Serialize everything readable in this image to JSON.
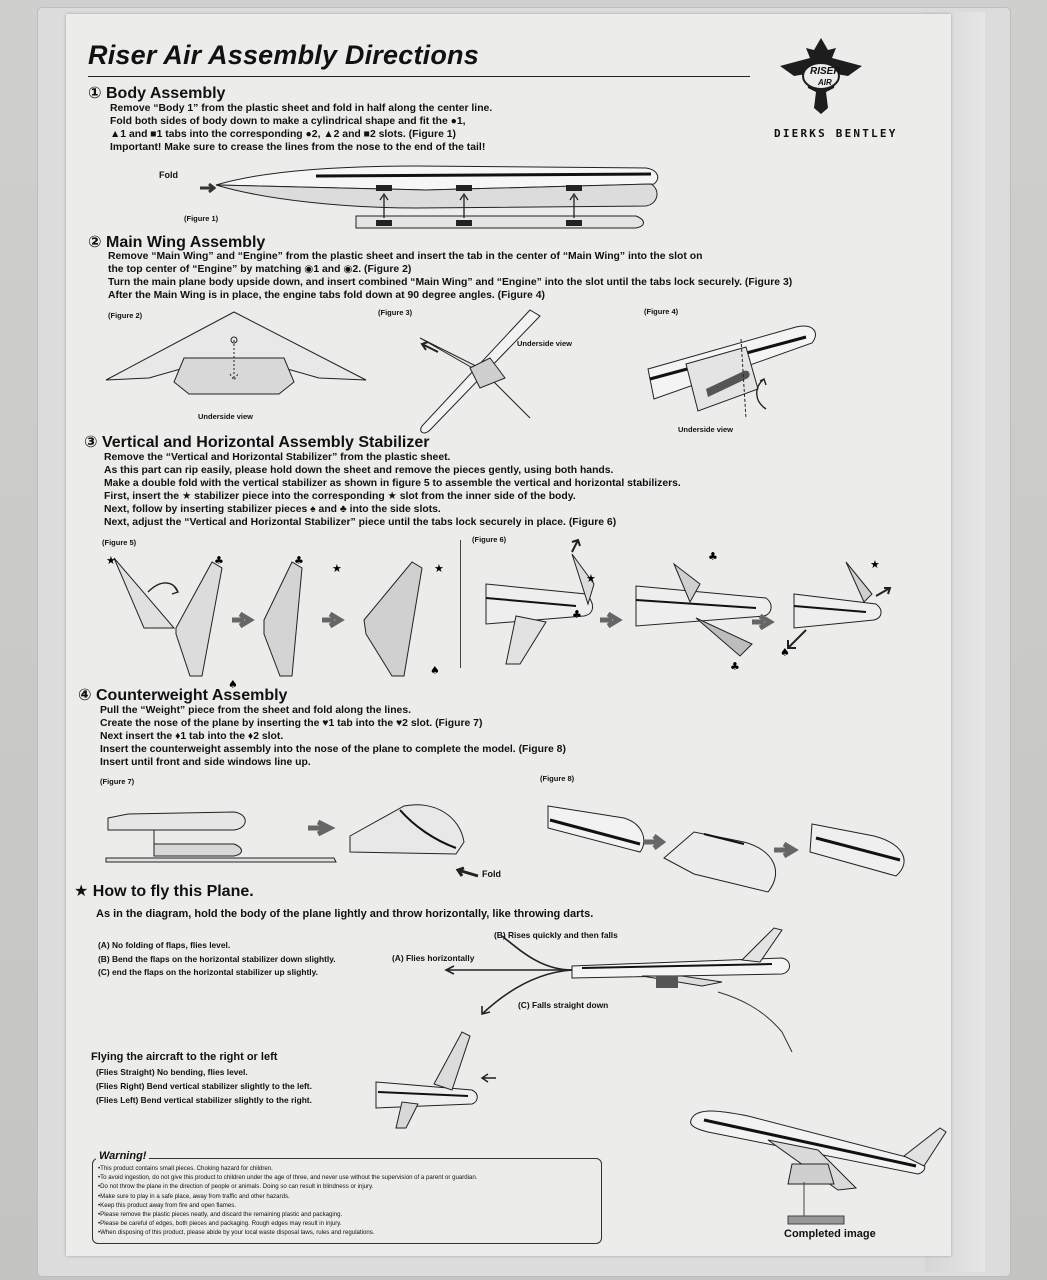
{
  "doc": {
    "title": "Riser Air Assembly Directions",
    "brand": "DIERKS BENTLEY",
    "logo_text": [
      "RISER",
      "AIR"
    ]
  },
  "s1": {
    "heading": "① Body Assembly",
    "lines": [
      "Remove “Body 1” from the plastic sheet and fold in half along the center line.",
      "Fold both sides of body down to make a cylindrical shape and fit the ●1,",
      "▲1 and ■1 tabs into the corresponding ●2, ▲2 and ■2 slots. (Figure 1)",
      "Important! Make sure to crease the lines from the nose to the end of the tail!"
    ],
    "fold": "Fold",
    "fig": "(Figure 1)"
  },
  "s2": {
    "heading": "② Main Wing Assembly",
    "lines": [
      "Remove “Main Wing” and “Engine” from the plastic sheet and insert the tab in the center of “Main Wing” into the slot on",
      "the top center of “Engine” by matching ◉1 and ◉2. (Figure 2)",
      "Turn the main plane body upside down, and insert combined “Main Wing” and “Engine” into the slot until the tabs lock securely. (Figure 3)",
      "After the Main Wing is in place, the engine tabs fold down at 90 degree angles. (Figure 4)"
    ],
    "fig2": "(Figure 2)",
    "fig3": "(Figure 3)",
    "fig4": "(Figure 4)",
    "under1": "Underside view",
    "under2": "Underside view",
    "under3": "Underside view"
  },
  "s3": {
    "heading": "③ Vertical and Horizontal  Assembly Stabilizer",
    "lines": [
      "Remove the “Vertical and Horizontal Stabilizer” from the plastic sheet.",
      "As this part can rip easily, please hold down the sheet and remove the pieces gently, using both hands.",
      "Make a double fold with the vertical stabilizer as shown in figure 5 to assemble the vertical and horizontal stabilizers.",
      "First, insert the ★ stabilizer piece into the corresponding ★ slot from the inner side of the body.",
      "Next, follow by inserting stabilizer pieces ♠ and ♣ into the side slots.",
      "Next, adjust the “Vertical and Horizontal Stabilizer” piece until the tabs lock securely in place. (Figure 6)"
    ],
    "fig5": "(Figure 5)",
    "fig6": "(Figure 6)"
  },
  "s4": {
    "heading": "④ Counterweight Assembly",
    "lines": [
      "Pull the “Weight” piece from the sheet and fold along the lines.",
      "Create the nose of the plane by inserting the ♥1 tab into the ♥2 slot. (Figure 7)",
      "Next insert the ♦1 tab into the ♦2 slot.",
      "Insert the counterweight assembly into the nose of the plane to complete the model. (Figure 8)",
      "Insert until front and side windows line up."
    ],
    "fig7": "(Figure 7)",
    "fig8": "(Figure 8)",
    "fold": "Fold"
  },
  "fly": {
    "heading": "★ How to fly this Plane.",
    "intro": "As in the diagram, hold the body of the plane lightly and throw horizontally, like throwing darts.",
    "options": [
      "(A) No folding of flaps, flies level.",
      "(B) Bend the flaps on the horizontal stabilizer down slightly.",
      "(C) end the flaps on the horizontal stabilizer up slightly."
    ],
    "label_a": "(A) Flies horizontally",
    "label_b": "(B) Rises quickly and then falls",
    "label_c": "(C) Falls straight down",
    "rl_heading": "Flying the aircraft to the right or left",
    "rl_lines": [
      "(Flies Straight) No bending, flies level.",
      "(Flies Right) Bend vertical stabilizer slightly to the left.",
      "(Flies Left) Bend vertical stabilizer slightly to the right."
    ]
  },
  "warning": {
    "title": "Warning!",
    "lines": [
      "•This product contains small pieces. Choking hazard for children.",
      "•To avoid ingestion, do not give this product to children under the age of three, and never use without the supervision of a parent or guardian.",
      "•Do not throw the plane in the direction of people or animals. Doing so can result in blindness or injury.",
      "•Make sure to play in a safe place, away from traffic and other hazards.",
      "•Keep this product away from fire and open flames.",
      "•Please remove the plastic pieces neatly, and discard the remaining plastic and packaging.",
      "•Please be careful of edges, both pieces and packaging. Rough edges may result in injury.",
      "•When disposing of this product, please abide by your local waste disposal laws, rules and regulations."
    ]
  },
  "completed": "Completed image"
}
